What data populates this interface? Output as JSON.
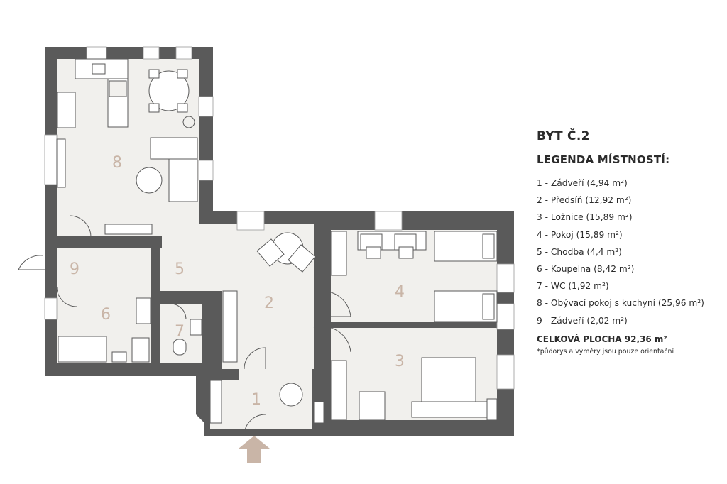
{
  "apartment_title": "BYT Č.2",
  "legend_heading": "LEGENDA MÍSTNOSTÍ:",
  "rooms": [
    {
      "number": "1",
      "label": "1 - Zádveří (4,94 m²)"
    },
    {
      "number": "2",
      "label": "2 - Předsíň (12,92 m²)"
    },
    {
      "number": "3",
      "label": "3 - Ložnice (15,89 m²)"
    },
    {
      "number": "4",
      "label": "4 - Pokoj (15,89 m²)"
    },
    {
      "number": "5",
      "label": "5 - Chodba (4,4 m²)"
    },
    {
      "number": "6",
      "label": "6 - Koupelna (8,42 m²)"
    },
    {
      "number": "7",
      "label": "7 - WC (1,92 m²)"
    },
    {
      "number": "8",
      "label": "8 - Obývací pokoj s kuchyní (25,96 m²)"
    },
    {
      "number": "9",
      "label": "9 - Zádveří (2,02 m²)"
    }
  ],
  "total_area": "CELKOVÁ PLOCHA 92,36 m²",
  "note": "*půdorys a výměry jsou pouze orientační",
  "colors": {
    "wall": "#5a5a5a",
    "floor": "#f1f0ed",
    "room_number": "#c9b5a7",
    "entrance_arrow": "#c9b5a7",
    "text": "#2b2b2b"
  }
}
